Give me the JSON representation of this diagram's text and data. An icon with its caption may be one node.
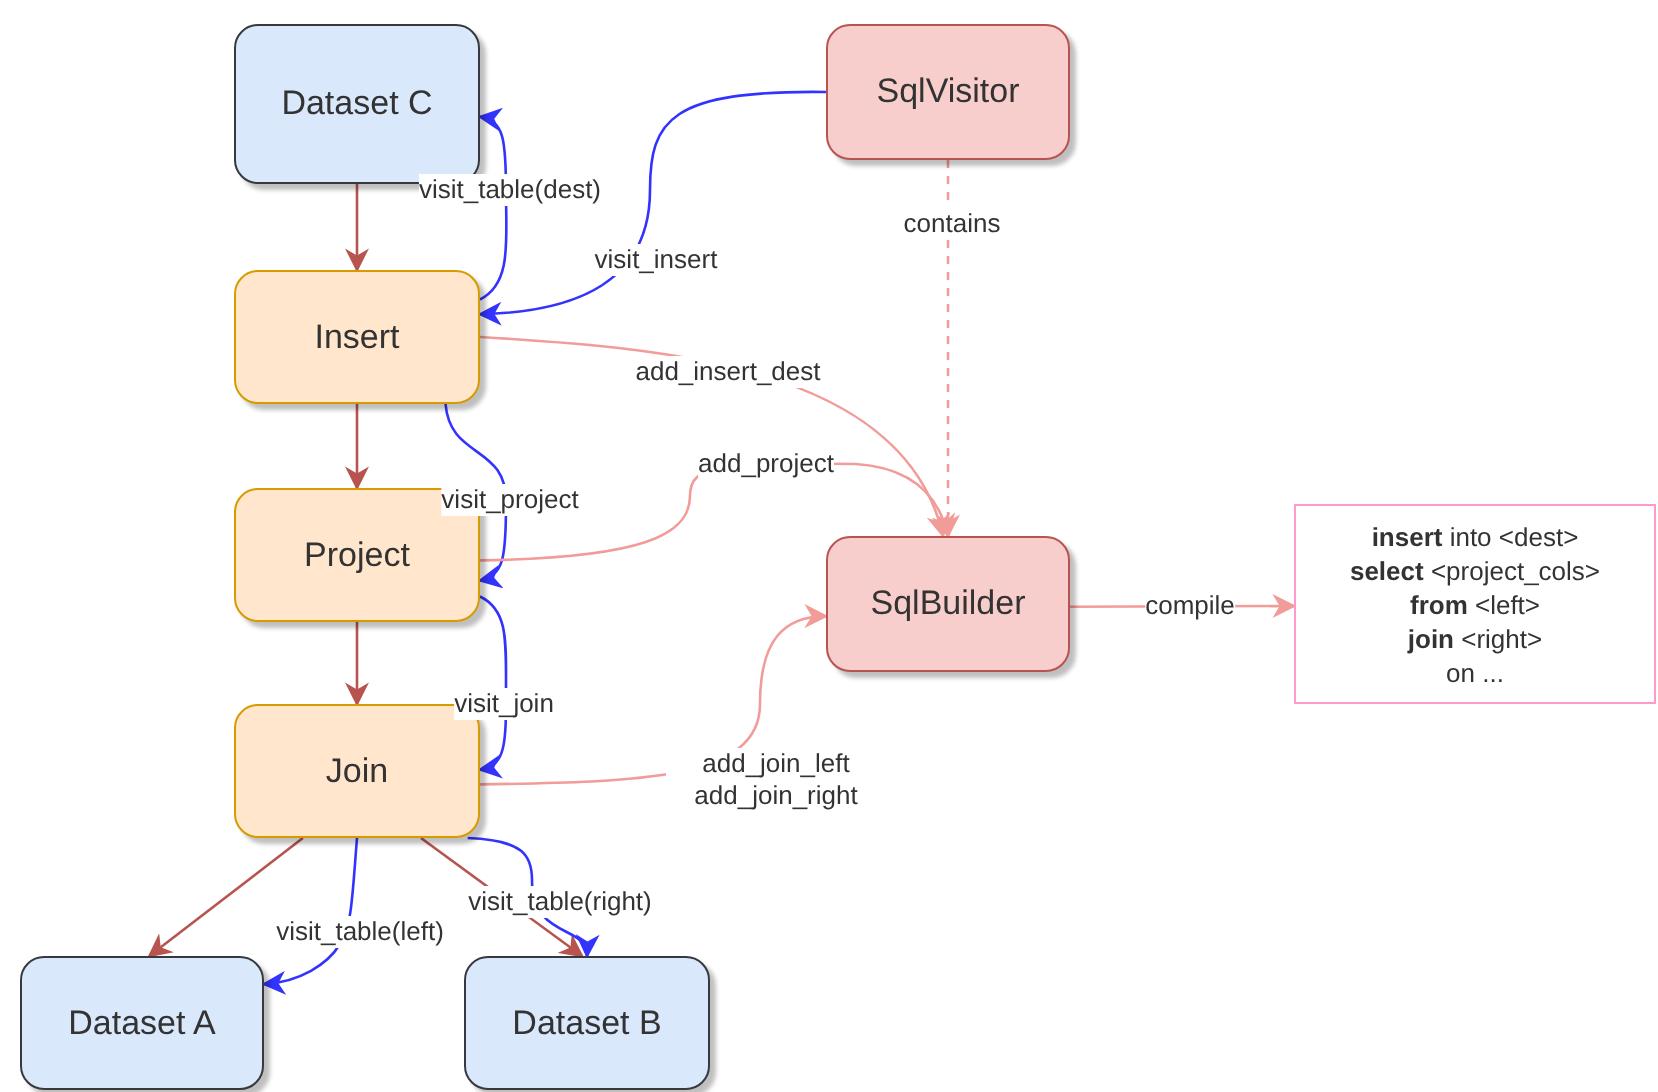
{
  "diagram": {
    "nodes": [
      {
        "text": [
          "Dataset C"
        ]
      },
      {
        "text": [
          "SqlVisitor"
        ]
      },
      {
        "text": [
          "Insert"
        ]
      },
      {
        "text": [
          "Project"
        ]
      },
      {
        "text": [
          "SqlBuilder"
        ]
      },
      {
        "text": [
          "**insert** into <dest>",
          "**select** <project_cols>",
          "**from** <left>",
          "**join** <right>",
          "on ..."
        ]
      },
      {
        "text": [
          "Join"
        ]
      },
      {
        "text": [
          "Dataset A"
        ]
      },
      {
        "text": [
          "Dataset B"
        ]
      }
    ],
    "edges": [
      {
        "from": 0,
        "to": 2,
        "arrow": "to",
        "color": "#b85450"
      },
      {
        "from": 2,
        "to": 3,
        "arrow": "to",
        "color": "#b85450"
      },
      {
        "from": 3,
        "to": 6,
        "arrow": "to",
        "color": "#b85450"
      },
      {
        "from": 6,
        "to": 7,
        "arrow": "to",
        "color": "#b85450"
      },
      {
        "from": 6,
        "to": 8,
        "arrow": "to",
        "color": "#b85450"
      },
      {
        "from": 2,
        "to": 0,
        "arrow": "to",
        "label": "visit_table(dest)"
      },
      {
        "from": 1,
        "to": 2,
        "arrow": "to",
        "label": "visit_insert"
      },
      {
        "from": 2,
        "to": 3,
        "arrow": "to",
        "label": "visit_project"
      },
      {
        "from": 3,
        "to": 6,
        "arrow": "to",
        "label": "visit_join"
      },
      {
        "from": 6,
        "to": 7,
        "arrow": "to",
        "label": "visit_table(left)"
      },
      {
        "from": 6,
        "to": 8,
        "arrow": "to",
        "label": "visit_table(right)"
      },
      {
        "from": 1,
        "to": 4,
        "arrow": "to",
        "label": "contains",
        "style": "dashed",
        "color": "#f19c99"
      },
      {
        "from": 2,
        "to": 4,
        "arrow": "to",
        "label": "add_insert_dest",
        "color": "#f19c99"
      },
      {
        "from": 3,
        "to": 4,
        "arrow": "to",
        "label": "add_project",
        "color": "#f19c99"
      },
      {
        "from": 6,
        "to": 4,
        "arrow": "to",
        "label": "add_join_left add_join_right",
        "color": "#f19c99"
      },
      {
        "from": 4,
        "to": 5,
        "arrow": "to",
        "label": "compile",
        "color": "#f19c99"
      }
    ]
  }
}
